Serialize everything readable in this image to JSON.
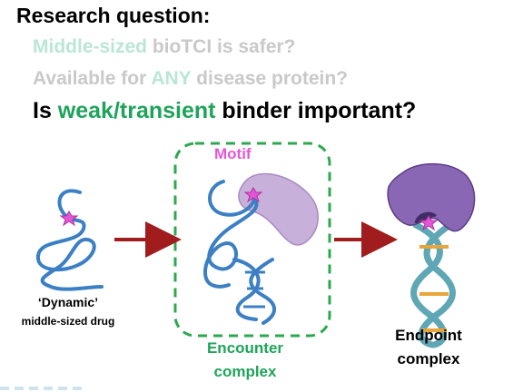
{
  "title": "Research question:",
  "questions": {
    "q1": {
      "highlight": "Middle-sized",
      "rest": " bioTCI is safer?"
    },
    "q2": {
      "before": "Available for ",
      "highlight": "ANY",
      "after": " disease protein?"
    },
    "q3": {
      "before": "Is ",
      "highlight": "weak/transient",
      "after": " binder important?"
    }
  },
  "diagram": {
    "motif_label": "Motif",
    "dynamic_label": "‘Dynamic’",
    "dynamic_sublabel": "middle-sized drug",
    "encounter_line1": "Encounter",
    "encounter_line2": "complex",
    "endpoint_line1": "Endpoint",
    "endpoint_line2": "complex"
  },
  "colors": {
    "strand": "#3b7fc4",
    "helix": "#5fa7b5",
    "rung": "#e8a53a",
    "protein": "#8a67b5",
    "protein_light": "#c7b0d9",
    "arrow": "#a11d1d",
    "dash_box": "#2ea84f",
    "star": "#e257d6"
  }
}
